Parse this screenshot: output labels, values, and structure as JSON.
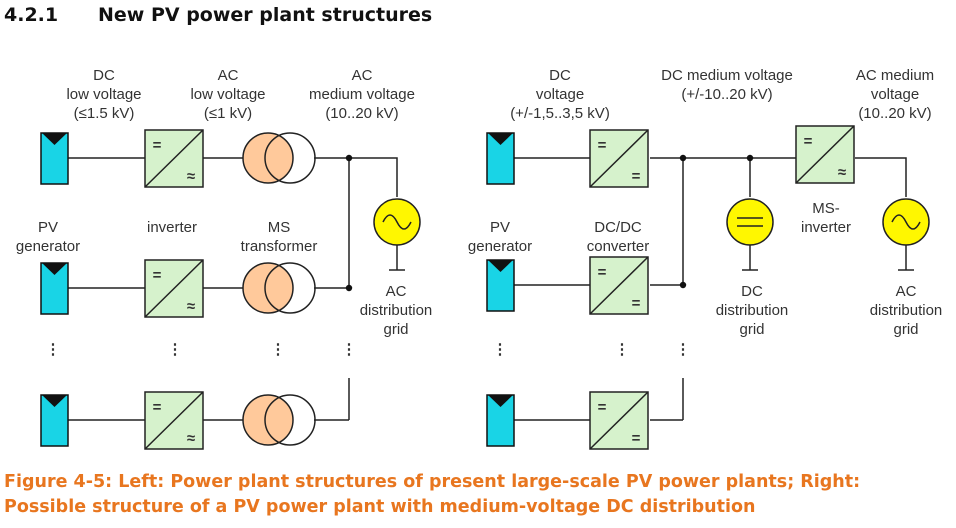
{
  "section": {
    "number": "4.2.1",
    "title": "New PV power plant structures"
  },
  "left_labels": {
    "dc_low": [
      "DC",
      "low voltage",
      "(≤1.5 kV)"
    ],
    "ac_low": [
      "AC",
      "low voltage",
      "(≤1 kV)"
    ],
    "ac_medium": [
      "AC",
      "medium voltage",
      "(10..20 kV)"
    ],
    "pv_generator": [
      "PV",
      "generator"
    ],
    "inverter": [
      "inverter"
    ],
    "ms_transformer": [
      "MS",
      "transformer"
    ],
    "ac_grid": [
      "AC",
      "distribution",
      "grid"
    ]
  },
  "right_labels": {
    "dc_voltage": [
      "DC",
      "voltage",
      "(+/-1,5..3,5 kV)"
    ],
    "dc_medium": [
      "DC medium voltage",
      "(+/-10..20 kV)"
    ],
    "ac_medium": [
      "AC medium",
      "voltage",
      "(10..20 kV)"
    ],
    "pv_generator": [
      "PV",
      "generator"
    ],
    "dcdc_converter": [
      "DC/DC",
      "converter"
    ],
    "ms_inverter": [
      "MS-",
      "inverter"
    ],
    "dc_grid": [
      "DC",
      "distribution",
      "grid"
    ],
    "ac_grid": [
      "AC",
      "distribution",
      "grid"
    ]
  },
  "symbols": {
    "equal": "=",
    "approx": "≈",
    "dots": "⋮"
  },
  "caption": {
    "line1": "Figure 4-5: Left: Power plant structures of present large-scale PV power plants; Right:",
    "line2": "Possible structure of a PV power plant with medium-voltage DC distribution"
  },
  "colors": {
    "pv_module": "#19d4e6",
    "converter_box": "#d6f2cc",
    "transformer": "#ffc99b",
    "source": "#fff700",
    "caption": "#e8761f"
  }
}
